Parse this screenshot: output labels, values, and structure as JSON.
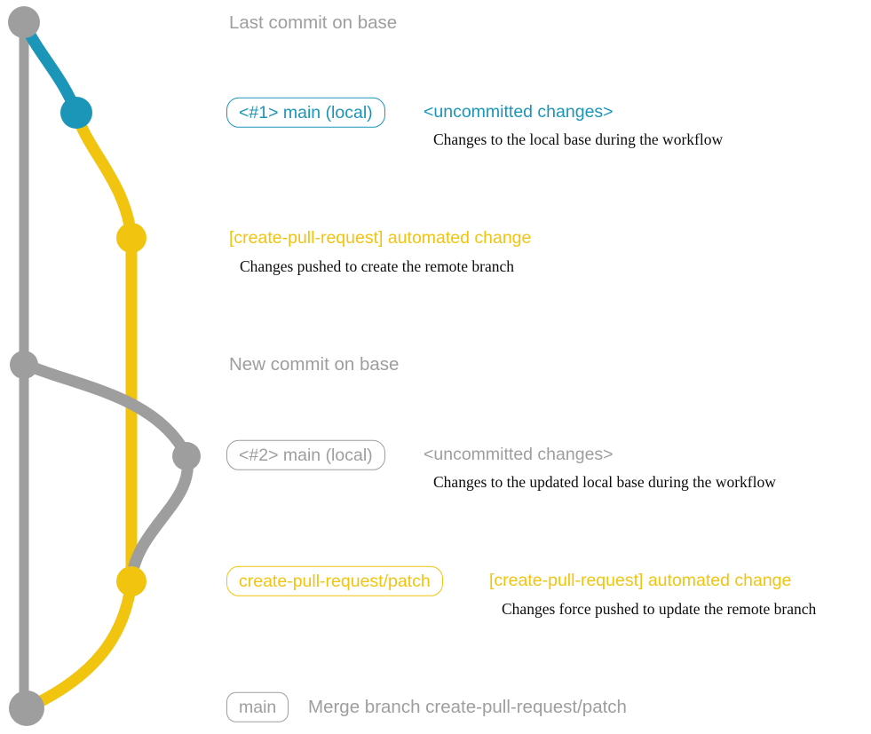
{
  "colors": {
    "gray": "#9e9e9e",
    "blue": "#1b95b8",
    "yellow": "#f1c40f",
    "ink": "#0d0d0d"
  },
  "annotations": {
    "last_commit_label": "Last commit on base",
    "new_commit_label": "New commit on base",
    "step1": {
      "branch_badge": "<#1> main (local)",
      "status": "<uncommitted changes>",
      "description": "Changes to the local base during the workflow"
    },
    "step2": {
      "commit_message": "[create-pull-request] automated change",
      "description": "Changes pushed to create the remote branch"
    },
    "step3": {
      "branch_badge": "<#2> main (local)",
      "status": "<uncommitted changes>",
      "description": "Changes to the updated local base during the workflow"
    },
    "step4": {
      "branch_badge": "create-pull-request/patch",
      "commit_message": "[create-pull-request] automated change",
      "description": "Changes force pushed to update the remote branch"
    },
    "merge": {
      "branch_badge": "main",
      "message": "Merge branch create-pull-request/patch"
    }
  }
}
